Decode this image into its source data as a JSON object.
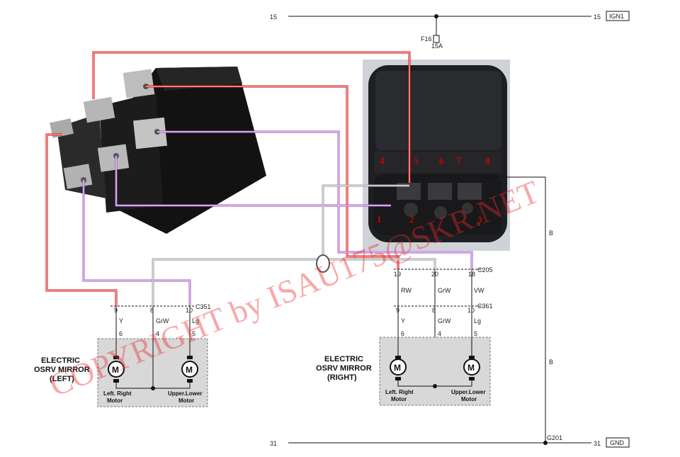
{
  "supply": {
    "left_num": "15",
    "right_num": "15",
    "tag": "IGN1",
    "fuse_name": "F16",
    "fuse_rating": "15A"
  },
  "ground": {
    "left_num": "31",
    "right_num": "31",
    "tag": "GND",
    "point": "G201",
    "wire_upper": "B",
    "wire_lower": "B"
  },
  "connector_c205": {
    "name": "C205",
    "pins": [
      "19",
      "20",
      "18"
    ],
    "wires": [
      "RW",
      "GrW",
      "VW"
    ]
  },
  "connector_c361": {
    "name": "C361",
    "pins": [
      "9",
      "8",
      "10"
    ],
    "wires": [
      "Y",
      "GrW",
      "Lg"
    ],
    "sub_pins": [
      "6",
      "4",
      "5"
    ]
  },
  "connector_c351": {
    "name": "C351",
    "pins": [
      "9",
      "8",
      "10"
    ],
    "wires": [
      "Y",
      "GrW",
      "Lg"
    ],
    "sub_pins": [
      "6",
      "4",
      "5"
    ]
  },
  "mirror_left": {
    "title": [
      "ELECTRIC",
      "OSRV MIRROR",
      "(LEFT)"
    ],
    "motor1_symbol": "M",
    "motor2_symbol": "M",
    "motor1_label": [
      "Left. Right",
      "Motor"
    ],
    "motor2_label": [
      "Upper.Lower",
      "Motor"
    ]
  },
  "mirror_right": {
    "title": [
      "ELECTRIC",
      "OSRV MIRROR",
      "(RIGHT)"
    ],
    "motor1_symbol": "M",
    "motor2_symbol": "M",
    "motor1_label": [
      "Left. Right",
      "Motor"
    ],
    "motor2_label": [
      "Upper.Lower",
      "Motor"
    ]
  },
  "switch_pins": [
    "4",
    "5",
    "6",
    "7",
    "8",
    "1",
    "2",
    "3"
  ],
  "watermark": "COPYRIGHT by ISAU175@SKR.NET",
  "colors": {
    "red_wire": "#d80000",
    "purple_wire": "#a050c8",
    "grey_wire": "#9a9a9a",
    "pin_label": "#d00000",
    "mirror_box": "#d8d8d8"
  }
}
